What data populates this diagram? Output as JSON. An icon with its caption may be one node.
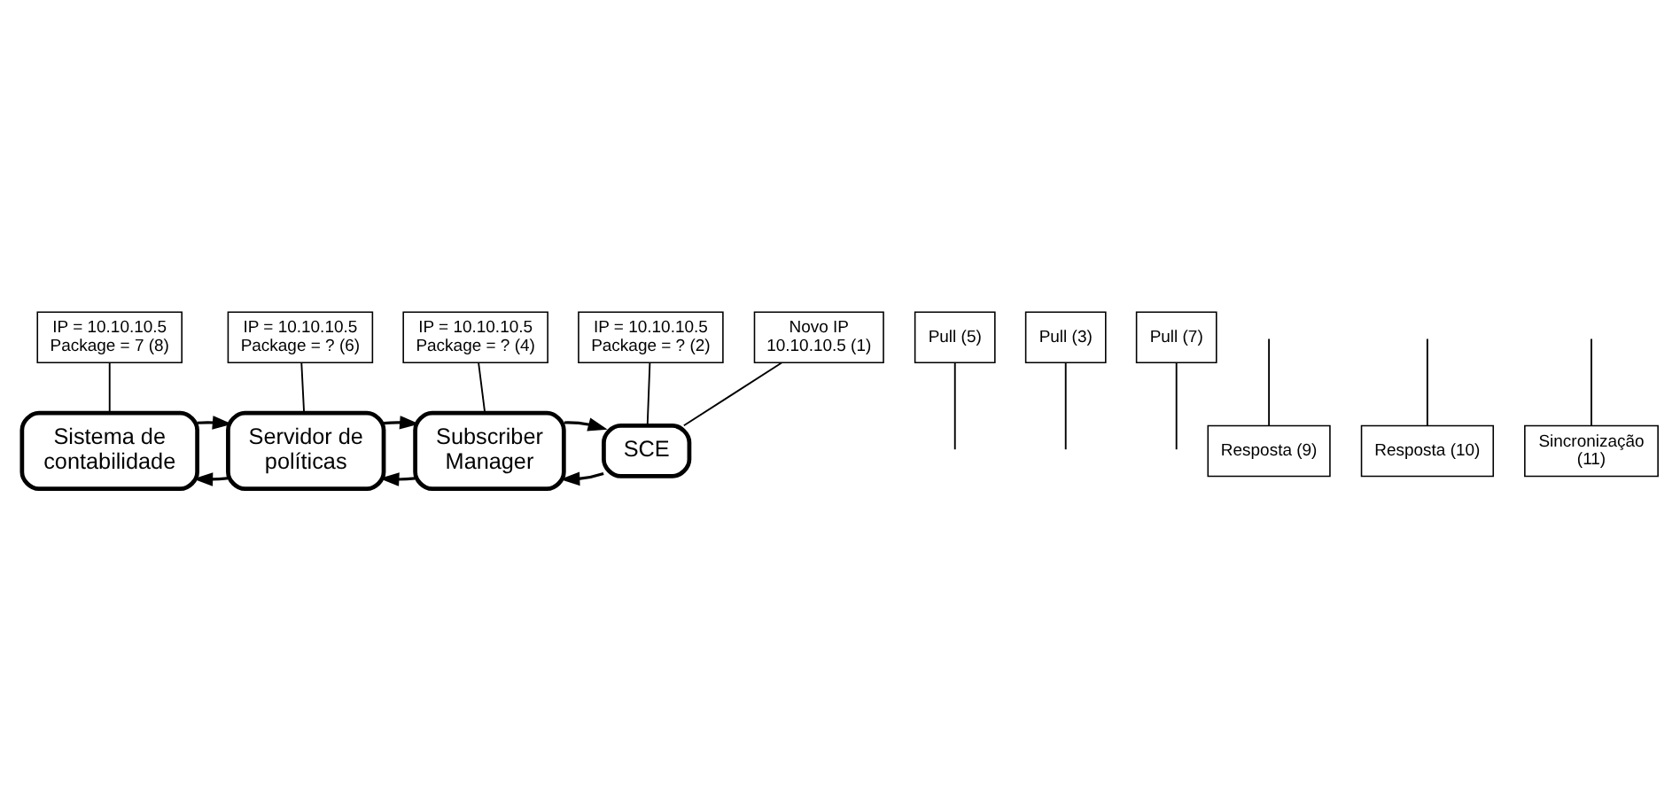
{
  "diagram": {
    "nodes": [
      {
        "text": [
          "Sistema de contabilidade"
        ]
      },
      {
        "text": [
          "Servidor de políticas"
        ]
      },
      {
        "text": [
          "Subscriber Manager"
        ]
      },
      {
        "text": [
          "SCE"
        ]
      },
      {
        "text": [
          "IP = 10.10.10.5 Package = ? (4)"
        ]
      },
      {
        "text": [
          "IP = 10.10.10.5 Package = ? (6)"
        ]
      },
      {
        "text": [
          "IP = 10.10.10.5 Package = 7 (8)"
        ]
      },
      {
        "text": [
          "IP = 10.10.10.5 Package = ? (2)"
        ]
      },
      {
        "text": [
          "Pull (5)"
        ]
      },
      {
        "text": [
          "Pull (3)"
        ]
      },
      {
        "text": [
          "Pull (7)"
        ]
      },
      {
        "text": [
          "Novo IP 10.10.10.5 (1)"
        ]
      },
      {
        "text": [
          "Resposta (9)"
        ]
      },
      {
        "text": [
          "Resposta (10)"
        ]
      },
      {
        "text": [
          "Sincronização (11)"
        ]
      }
    ],
    "edges": [
      {
        "from": 1,
        "to": 0,
        "arrow": "to"
      },
      {
        "from": 0,
        "to": 1,
        "arrow": "to"
      },
      {
        "from": 2,
        "to": 1,
        "arrow": "to"
      },
      {
        "from": 1,
        "to": 2,
        "arrow": "to"
      },
      {
        "from": 3,
        "to": 2,
        "arrow": "to"
      },
      {
        "from": 2,
        "to": 3,
        "arrow": "to"
      },
      {
        "from": 6,
        "to": 0,
        "arrow": "none"
      },
      {
        "from": 5,
        "to": 1,
        "arrow": "none"
      },
      {
        "from": 4,
        "to": 2,
        "arrow": "none"
      },
      {
        "from": 7,
        "to": 3,
        "arrow": "none"
      },
      {
        "from": 11,
        "to": 3,
        "arrow": "none"
      },
      {
        "from": 10,
        "to": null,
        "arrow": "none"
      },
      {
        "from": 12,
        "to": null,
        "arrow": "none"
      },
      {
        "from": 8,
        "to": null,
        "arrow": "none"
      },
      {
        "from": 13,
        "to": null,
        "arrow": "none"
      },
      {
        "from": 9,
        "to": null,
        "arrow": "none"
      },
      {
        "from": 14,
        "to": null,
        "arrow": "none"
      }
    ]
  }
}
